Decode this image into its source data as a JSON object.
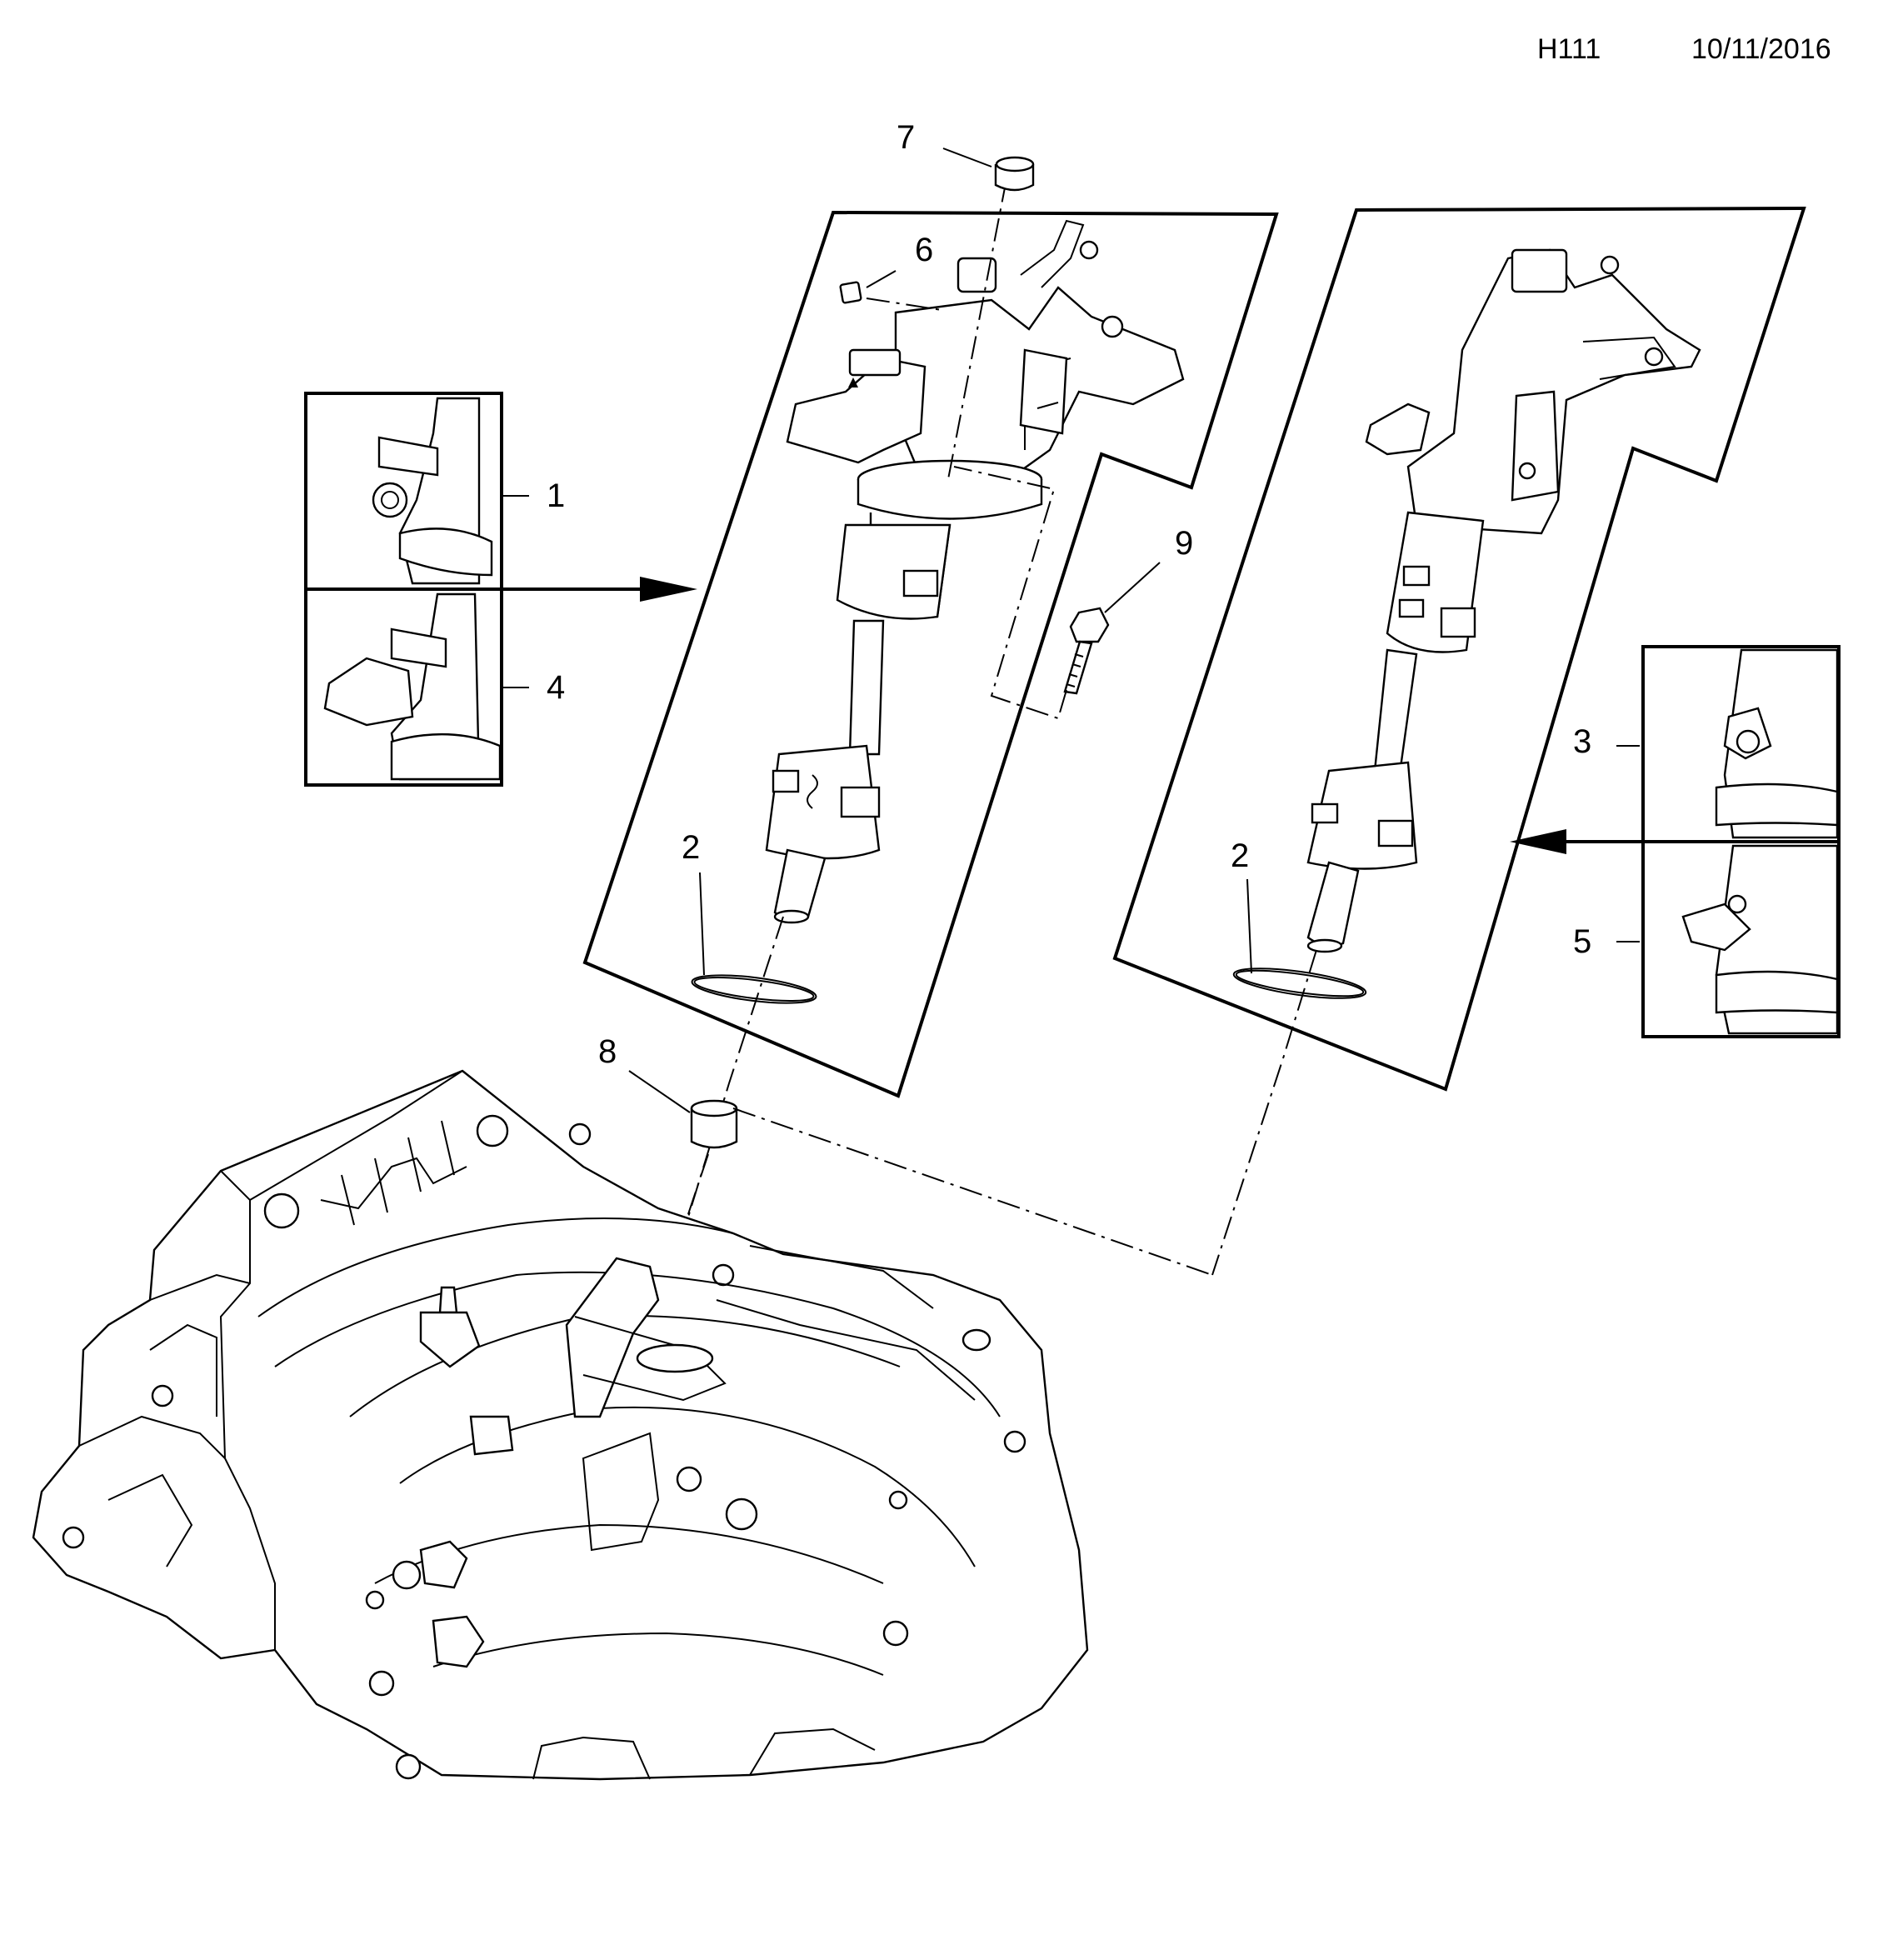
{
  "header": {
    "diagram_code": "H111",
    "date": "10/11/2016"
  },
  "callouts": {
    "c1": "1",
    "c2a": "2",
    "c2b": "2",
    "c3": "3",
    "c4": "4",
    "c5": "5",
    "c6": "6",
    "c7": "7",
    "c8": "8",
    "c9": "9"
  }
}
